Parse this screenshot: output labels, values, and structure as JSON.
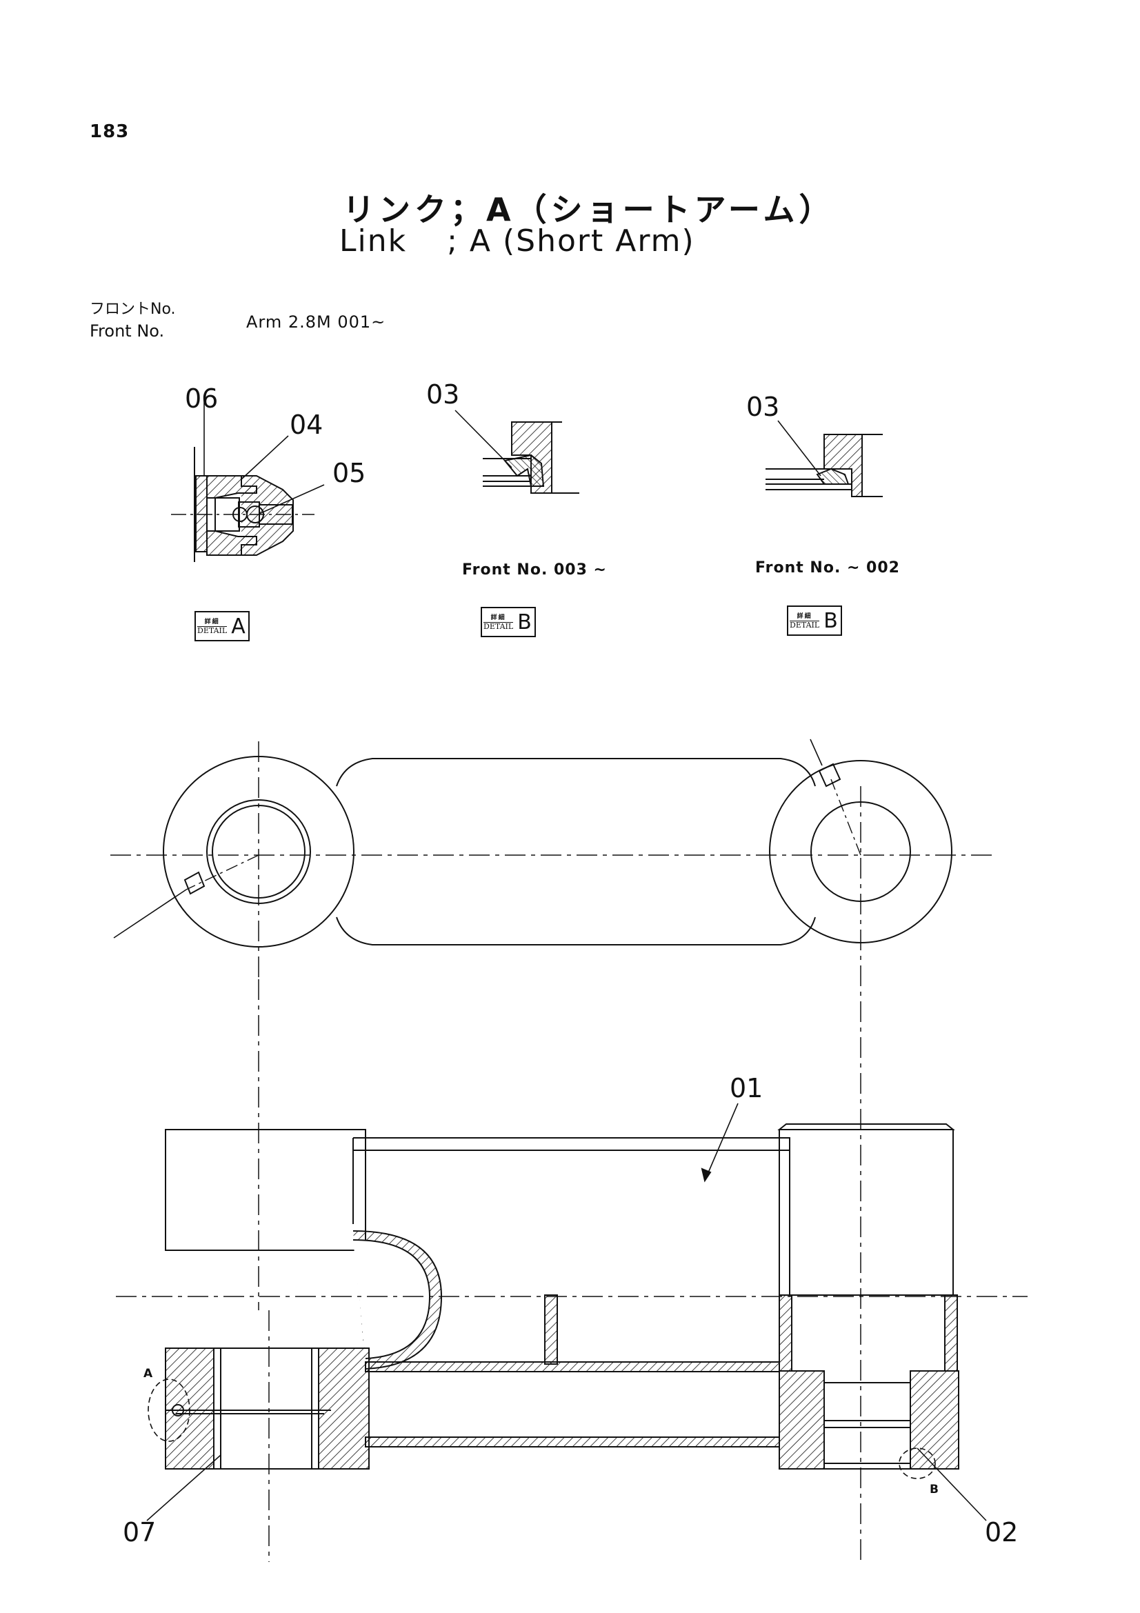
{
  "page_number": "183",
  "title": {
    "japanese": "リンク；A（ショートアーム）",
    "english_name": "Link",
    "english_rest": "; A  (Short Arm)"
  },
  "front_info": {
    "label_jp": "フロントNo.",
    "label_en": "Front   No.",
    "value": "Arm 2.8M   001~"
  },
  "details": [
    {
      "stamp_jp": "詳細",
      "stamp_en": "DETAIL",
      "letter": "A"
    },
    {
      "stamp_jp": "詳細",
      "stamp_en": "DETAIL",
      "letter": "B",
      "note": "Front No. 003 ~"
    },
    {
      "stamp_jp": "詳細",
      "stamp_en": "DETAIL",
      "letter": "B",
      "note": "Front No. ~ 002"
    }
  ],
  "part_labels": {
    "p01": "01",
    "p02": "02",
    "p03a": "03",
    "p03b": "03",
    "p04": "04",
    "p05": "05",
    "p06": "06",
    "p07": "07"
  },
  "callouts": {
    "a": "A",
    "b": "B"
  }
}
